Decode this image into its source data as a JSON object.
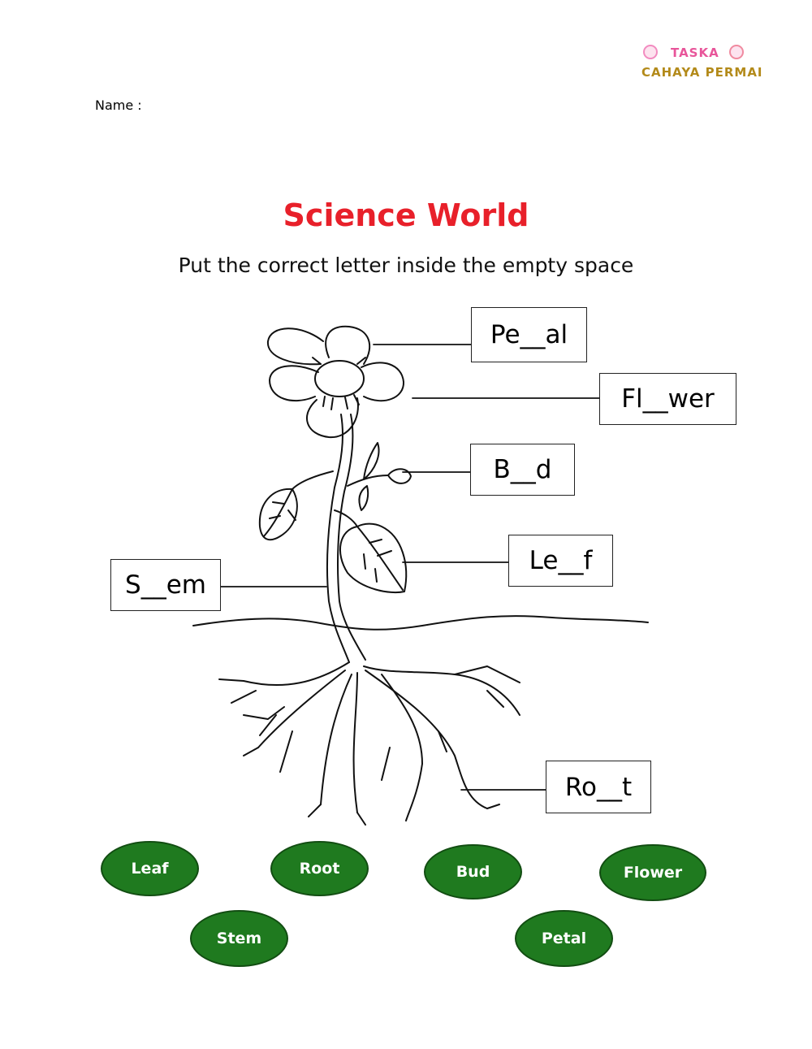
{
  "logo": {
    "line1": "TASKA",
    "line2": "CAHAYA PERMAI"
  },
  "worksheet": {
    "name_label": "Name   :",
    "title": "Science World",
    "instruction": "Put the correct letter inside the empty space"
  },
  "labels": {
    "petal": "Pe__al",
    "flower": "Fl__wer",
    "bud": "B__d",
    "leaf": "Le__f",
    "stem": "S__em",
    "root": "Ro__t"
  },
  "word_bank": {
    "leaf": "Leaf",
    "root": "Root",
    "bud": "Bud",
    "flower": "Flower",
    "stem": "Stem",
    "petal": "Petal"
  },
  "colors": {
    "title": "#e8202a",
    "chip_fill": "#1f7a1f",
    "chip_text": "#ffffff"
  }
}
